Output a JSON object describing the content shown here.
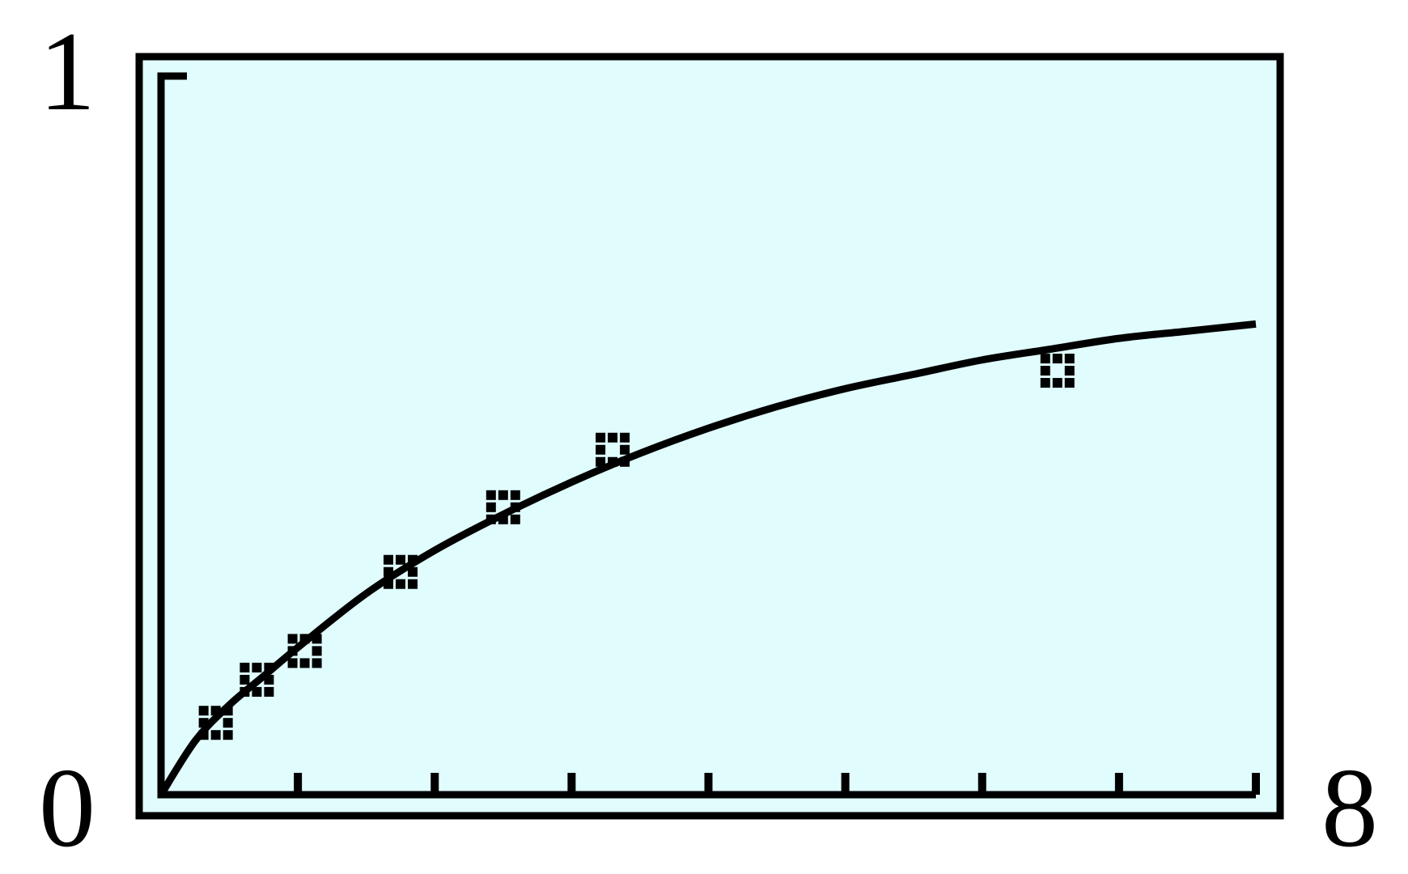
{
  "chart_data": {
    "type": "scatter",
    "title": "",
    "xlabel": "",
    "ylabel": "",
    "xlim": [
      0,
      8
    ],
    "ylim": [
      0,
      1
    ],
    "x_min_label": "0",
    "x_max_label": "8",
    "y_min_label": "0",
    "y_max_label": "1",
    "x_ticks": [
      1,
      2,
      3,
      4,
      5,
      6,
      7,
      8
    ],
    "grid": false,
    "background": "#e0fcfd",
    "points": [
      {
        "x": 0.4,
        "y": 0.1
      },
      {
        "x": 0.7,
        "y": 0.16
      },
      {
        "x": 1.05,
        "y": 0.2
      },
      {
        "x": 1.75,
        "y": 0.31
      },
      {
        "x": 2.5,
        "y": 0.4
      },
      {
        "x": 3.3,
        "y": 0.48
      },
      {
        "x": 6.55,
        "y": 0.59
      }
    ],
    "curve": [
      {
        "x": 0.0,
        "y": 0.0
      },
      {
        "x": 0.25,
        "y": 0.075
      },
      {
        "x": 0.5,
        "y": 0.125
      },
      {
        "x": 0.75,
        "y": 0.165
      },
      {
        "x": 1.0,
        "y": 0.205
      },
      {
        "x": 1.5,
        "y": 0.28
      },
      {
        "x": 2.0,
        "y": 0.34
      },
      {
        "x": 2.5,
        "y": 0.39
      },
      {
        "x": 3.0,
        "y": 0.435
      },
      {
        "x": 3.5,
        "y": 0.475
      },
      {
        "x": 4.0,
        "y": 0.51
      },
      {
        "x": 4.5,
        "y": 0.54
      },
      {
        "x": 5.0,
        "y": 0.565
      },
      {
        "x": 5.5,
        "y": 0.585
      },
      {
        "x": 6.0,
        "y": 0.605
      },
      {
        "x": 6.5,
        "y": 0.62
      },
      {
        "x": 7.0,
        "y": 0.635
      },
      {
        "x": 7.5,
        "y": 0.645
      },
      {
        "x": 8.0,
        "y": 0.655
      }
    ]
  }
}
